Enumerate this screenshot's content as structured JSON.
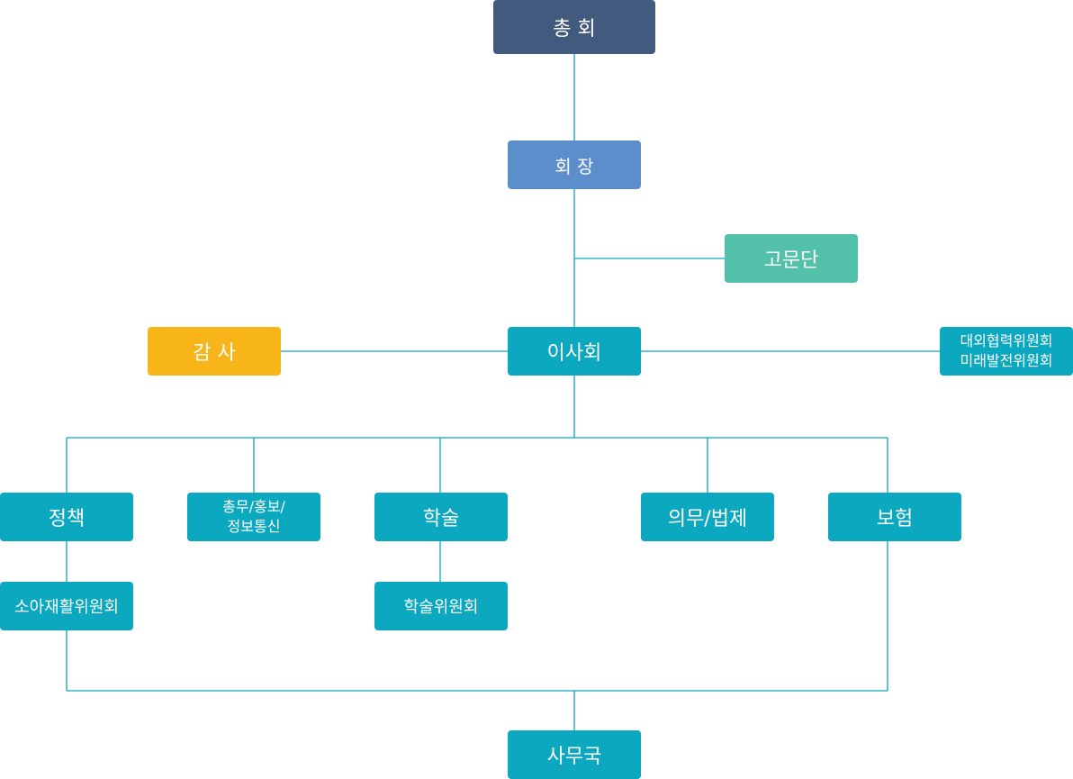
{
  "colors": {
    "general_assembly": "#415a7e",
    "chairman": "#5b8ecb",
    "advisory": "#53c1a9",
    "auditor": "#f7b51a",
    "standard": "#0ba8bf",
    "connector": "#0ba8bf"
  },
  "nodes": {
    "general_assembly": "총 회",
    "chairman": "회 장",
    "advisory": "고문단",
    "auditor": "감 사",
    "board": "이사회",
    "external": {
      "line1": "대외협력위원회",
      "line2": "미래발전위원회"
    },
    "policy": "정책",
    "admin": {
      "line1": "총무/홍보/",
      "line2": "정보통신"
    },
    "academic": "학술",
    "legal": "의무/법제",
    "insurance": "보험",
    "pediatric_rehab": "소아재활위원회",
    "academic_committee": "학술위원회",
    "secretariat": "사무국"
  }
}
